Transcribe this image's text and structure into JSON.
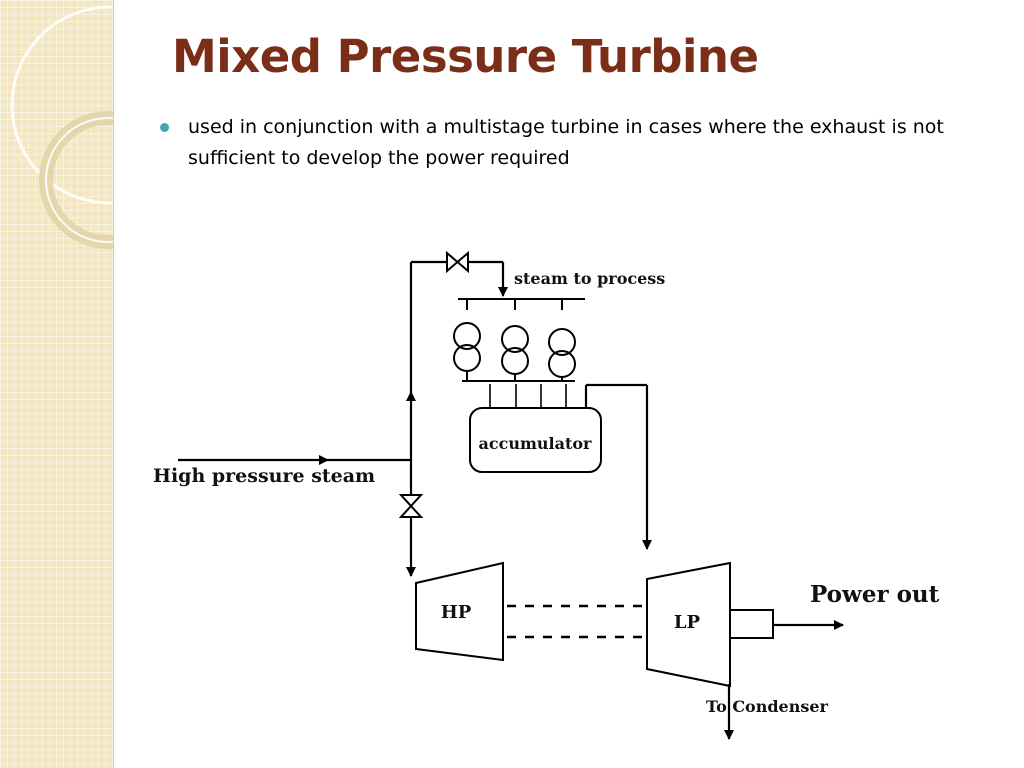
{
  "slide": {
    "title": "Mixed Pressure Turbine",
    "bullets": [
      "used in conjunction with a multistage turbine in cases where the exhaust is not sufficient to develop the power required"
    ]
  },
  "diagram": {
    "labels": {
      "steam_to_process": "steam to process",
      "accumulator": "accumulator",
      "high_pressure_steam": "High pressure steam",
      "hp": "HP",
      "lp": "LP",
      "power_out": "Power out",
      "to_condenser": "To Condenser"
    }
  },
  "colors": {
    "title": "#7a2e17",
    "bullet": "#4aa3b1",
    "side_band": "#f3e6c2"
  }
}
